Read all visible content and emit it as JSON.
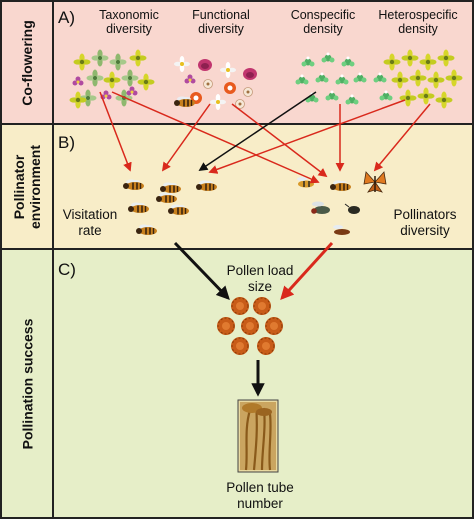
{
  "panels": {
    "a": {
      "letter": "A)",
      "side_label": "Co-flowering",
      "bg": "#f9d7cf",
      "columns": [
        {
          "line1": "Taxonomic",
          "line2": "diversity"
        },
        {
          "line1": "Functional",
          "line2": "diversity"
        },
        {
          "line1": "Conspecific",
          "line2": "density"
        },
        {
          "line1": "Heterospecific",
          "line2": "density"
        }
      ]
    },
    "b": {
      "letter": "B)",
      "side_label_line1": "Pollinator",
      "side_label_line2": "environment",
      "bg": "#f8edc8",
      "visitation": {
        "line1": "Visitation",
        "line2": "rate"
      },
      "pollinators": {
        "line1": "Pollinators",
        "line2": "diversity"
      }
    },
    "c": {
      "letter": "C)",
      "side_label": "Pollination success",
      "bg": "#e6eec8",
      "pollen_load": {
        "line1": "Pollen load",
        "line2": "size"
      },
      "pollen_tube": {
        "line1": "Pollen tube",
        "line2": "number"
      }
    }
  },
  "colors": {
    "red_arrow": "#d9291c",
    "black_arrow": "#111111",
    "pollen": "#d2691e",
    "bee": "#c8801e"
  },
  "icons": [
    "flower-cluster-icon",
    "bee-icon",
    "hoverfly-icon",
    "butterfly-icon",
    "pollen-grain-icon",
    "pollen-tube-image"
  ]
}
